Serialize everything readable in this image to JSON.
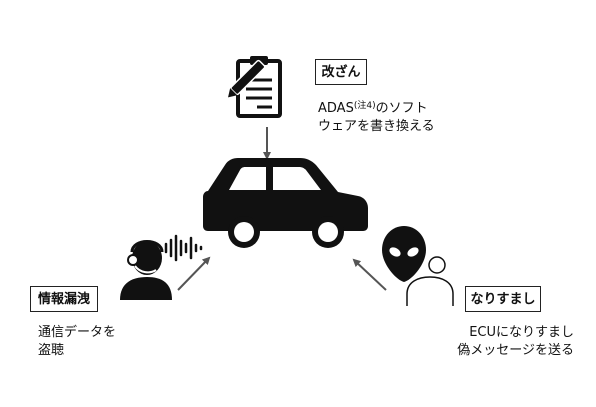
{
  "tampering": {
    "label": "改ざん",
    "caption_prefix": "ADAS",
    "caption_note": "(注4)",
    "caption_line1_suffix": "のソフト",
    "caption_line2": "ウェアを書き換える",
    "icon": "clipboard-pen-icon"
  },
  "leakage": {
    "label": "情報漏洩",
    "caption_line1": "通信データを",
    "caption_line2": "盗聴",
    "icon": "eavesdropper-headset-icon"
  },
  "spoofing": {
    "label": "なりすまし",
    "caption_line1": "ECUになりすまし",
    "caption_line2": "偽メッセージを送る",
    "icon": "alien-person-icon"
  },
  "center": {
    "icon": "car-icon"
  },
  "colors": {
    "ink": "#111111",
    "arrow": "#555555",
    "line": "#222222"
  }
}
